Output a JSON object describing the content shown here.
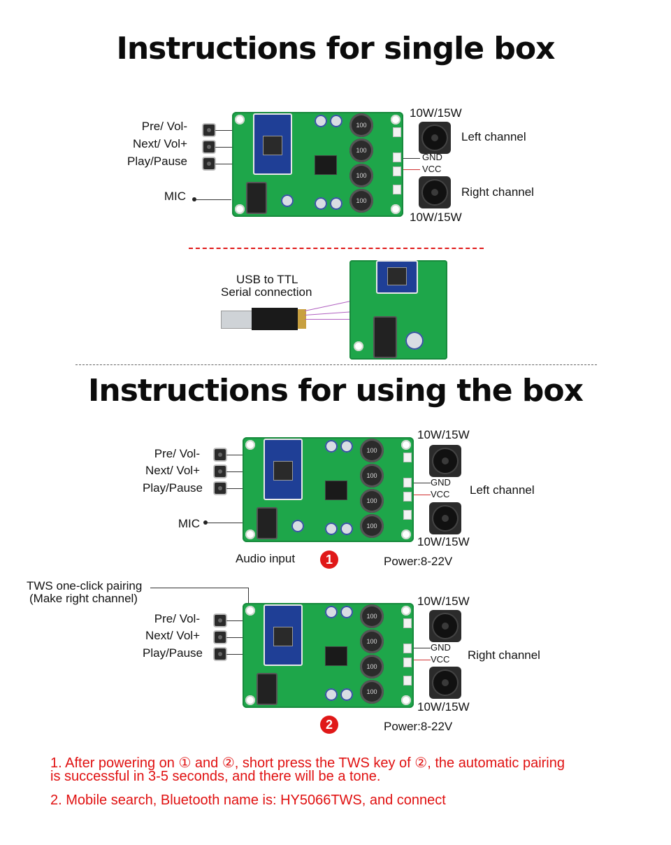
{
  "titles": {
    "single": "Instructions for single box",
    "using": "Instructions for using the box"
  },
  "buttons_labels": {
    "pre": "Pre/ Vol-",
    "next": "Next/ Vol+",
    "play": "Play/Pause",
    "mic": "MIC"
  },
  "speaker_labels": {
    "power": "10W/15W",
    "left": "Left channel",
    "right": "Right channel",
    "gnd": "GND",
    "vcc": "VCC"
  },
  "serial": {
    "line1": "USB to TTL",
    "line2": "Serial connection"
  },
  "box1": {
    "audio_input": "Audio input",
    "badge": "1",
    "power": "Power:8-22V"
  },
  "box2": {
    "tws_line1": "TWS one-click pairing",
    "tws_line2": "(Make right channel)",
    "badge": "2",
    "power": "Power:8-22V"
  },
  "notes": {
    "n1_line1": "1. After powering on ① and ②, short press the TWS key of ②, the automatic pairing",
    "n1_line2": "is successful in 3-5 seconds, and there will be a tone.",
    "n2": "2. Mobile search, Bluetooth name is: HY5066TWS, and connect"
  },
  "inductor_text": "100",
  "colors": {
    "board": "#1ea64a",
    "accent_red": "#e01818",
    "bt_module": "#1f3f96"
  }
}
